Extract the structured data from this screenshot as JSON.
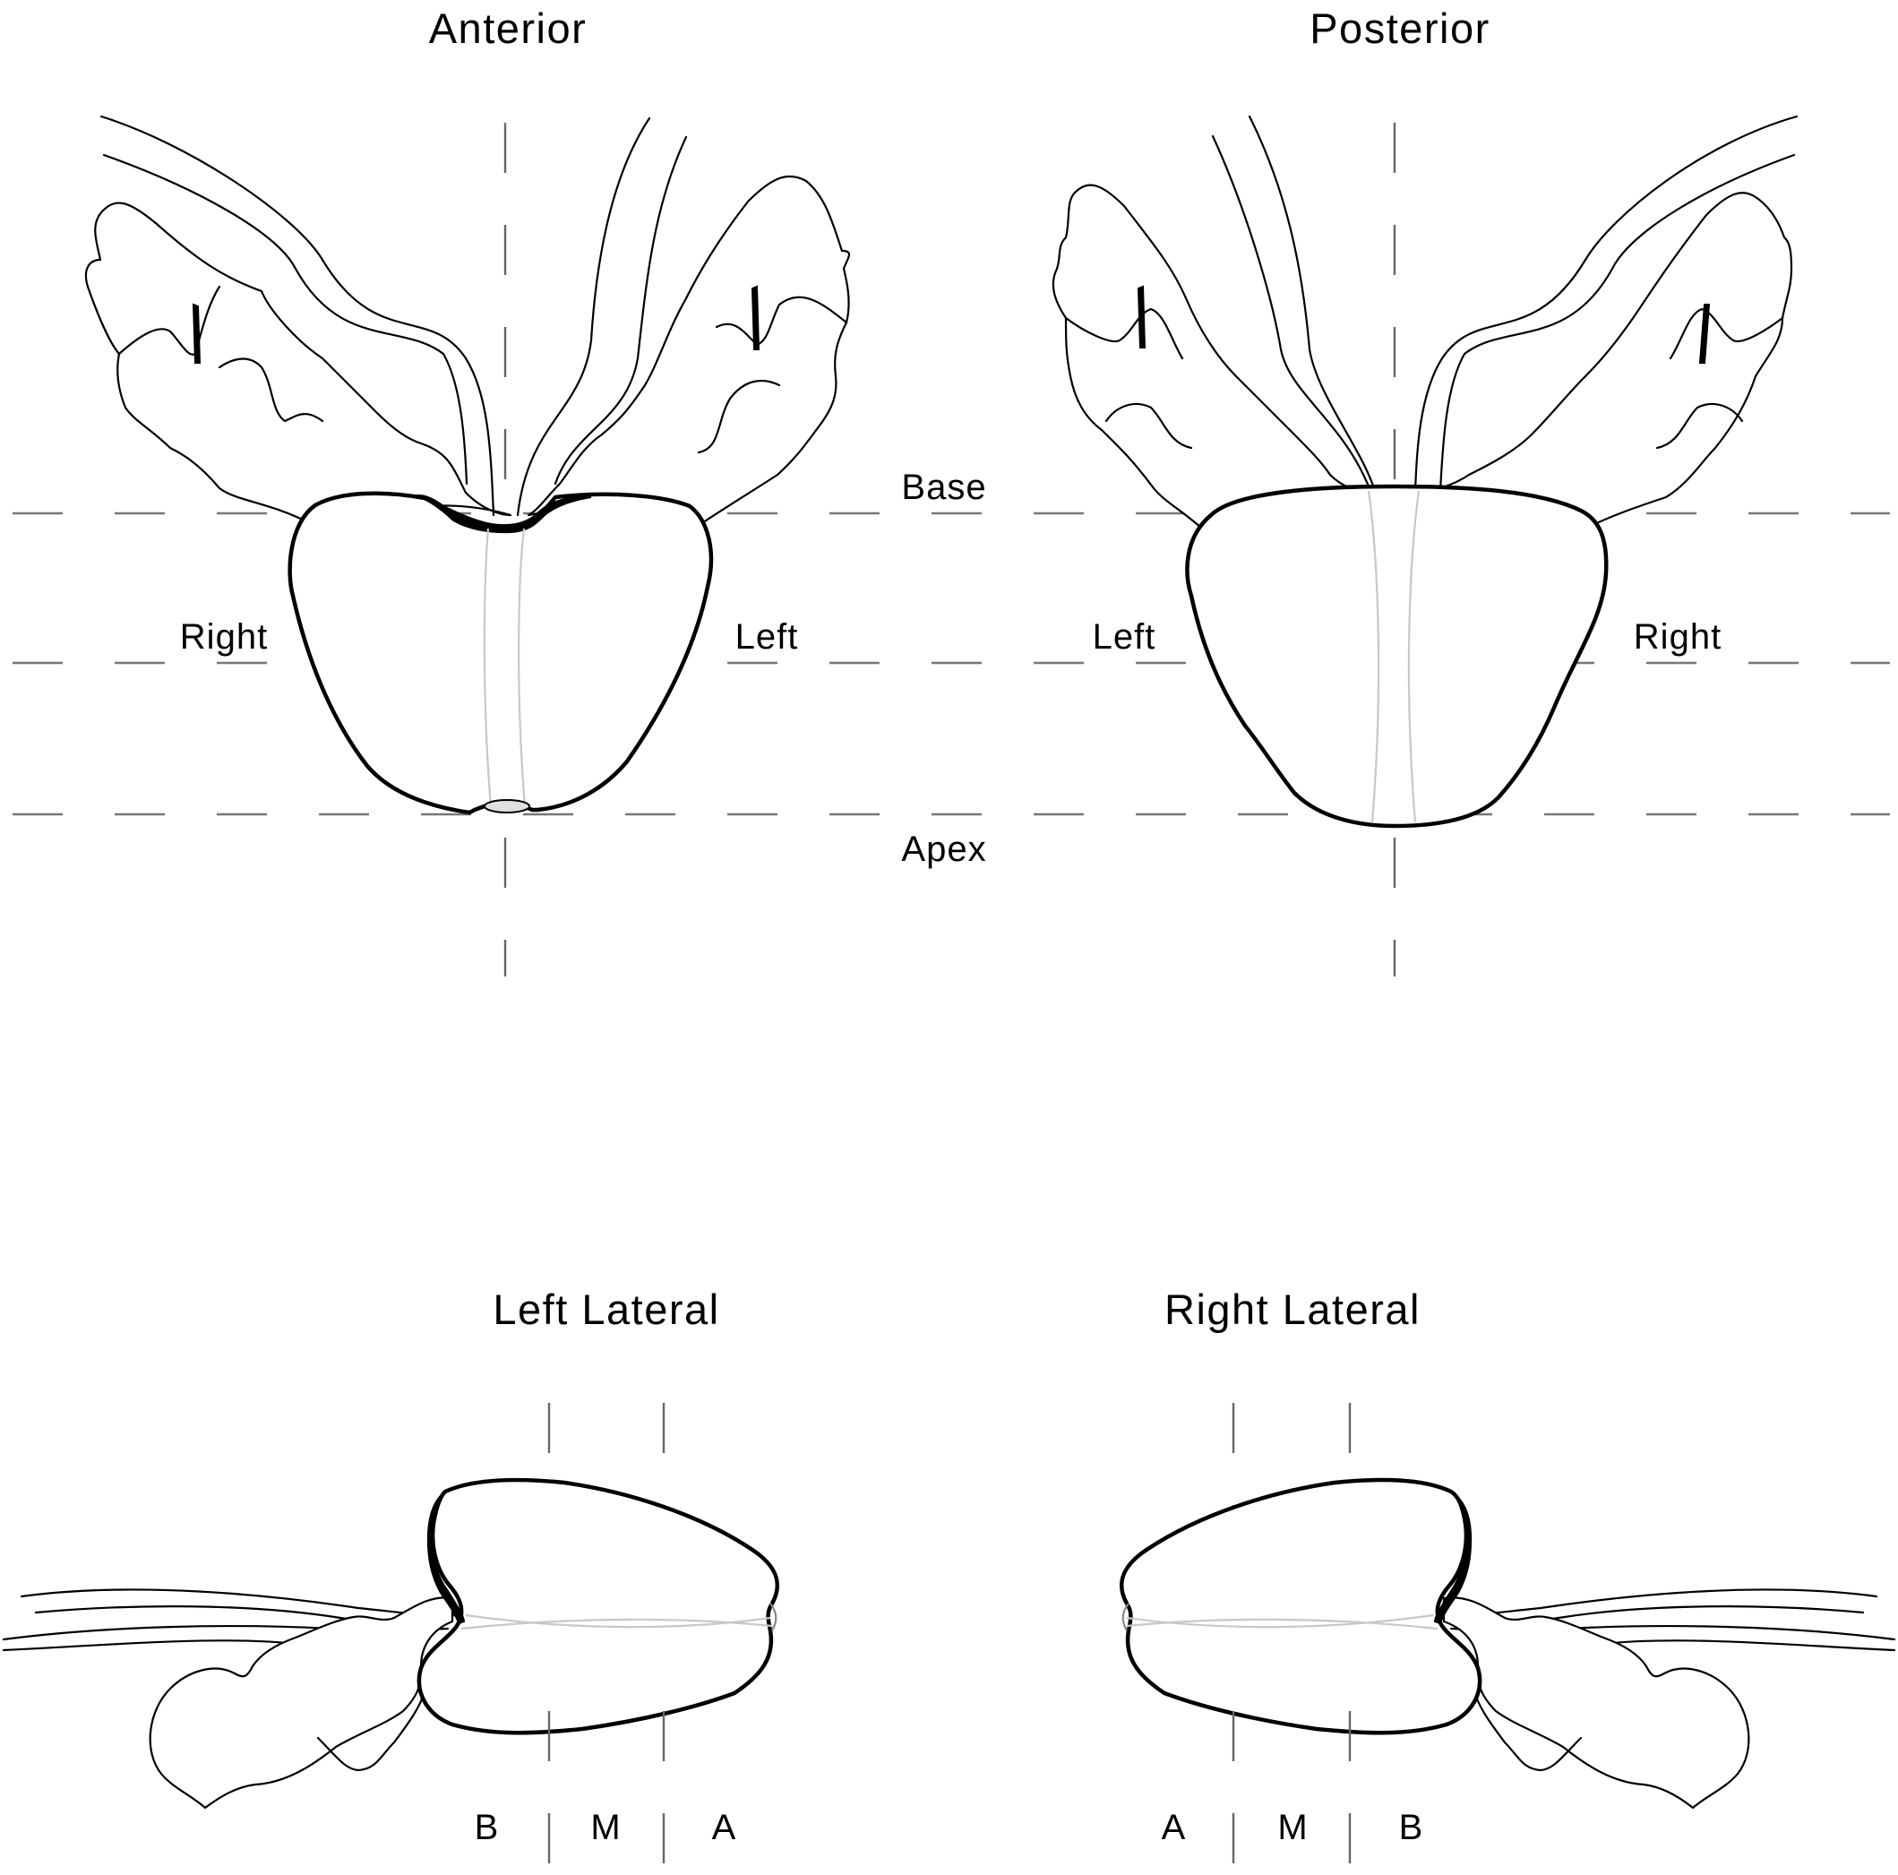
{
  "views": {
    "anterior": {
      "title": "Anterior",
      "right_label": "Right",
      "left_label": "Left"
    },
    "posterior": {
      "title": "Posterior",
      "left_label": "Left",
      "right_label": "Right"
    },
    "left_lateral": {
      "title": "Left Lateral",
      "zones": [
        "B",
        "M",
        "A"
      ]
    },
    "right_lateral": {
      "title": "Right Lateral",
      "zones": [
        "A",
        "M",
        "B"
      ]
    }
  },
  "levels": {
    "base": "Base",
    "apex": "Apex"
  }
}
